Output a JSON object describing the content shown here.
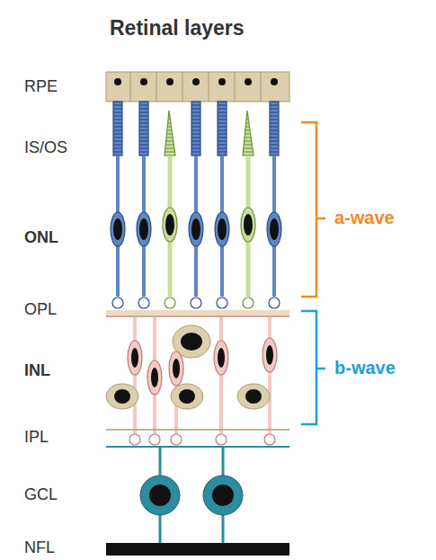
{
  "diagram": {
    "title": "Retinal layers",
    "labels": [
      "RPE",
      "IS/OS",
      "ONL",
      "OPL",
      "INL",
      "IPL",
      "GCL",
      "NFL",
      "a-wave",
      "b-wave"
    ]
  }
}
